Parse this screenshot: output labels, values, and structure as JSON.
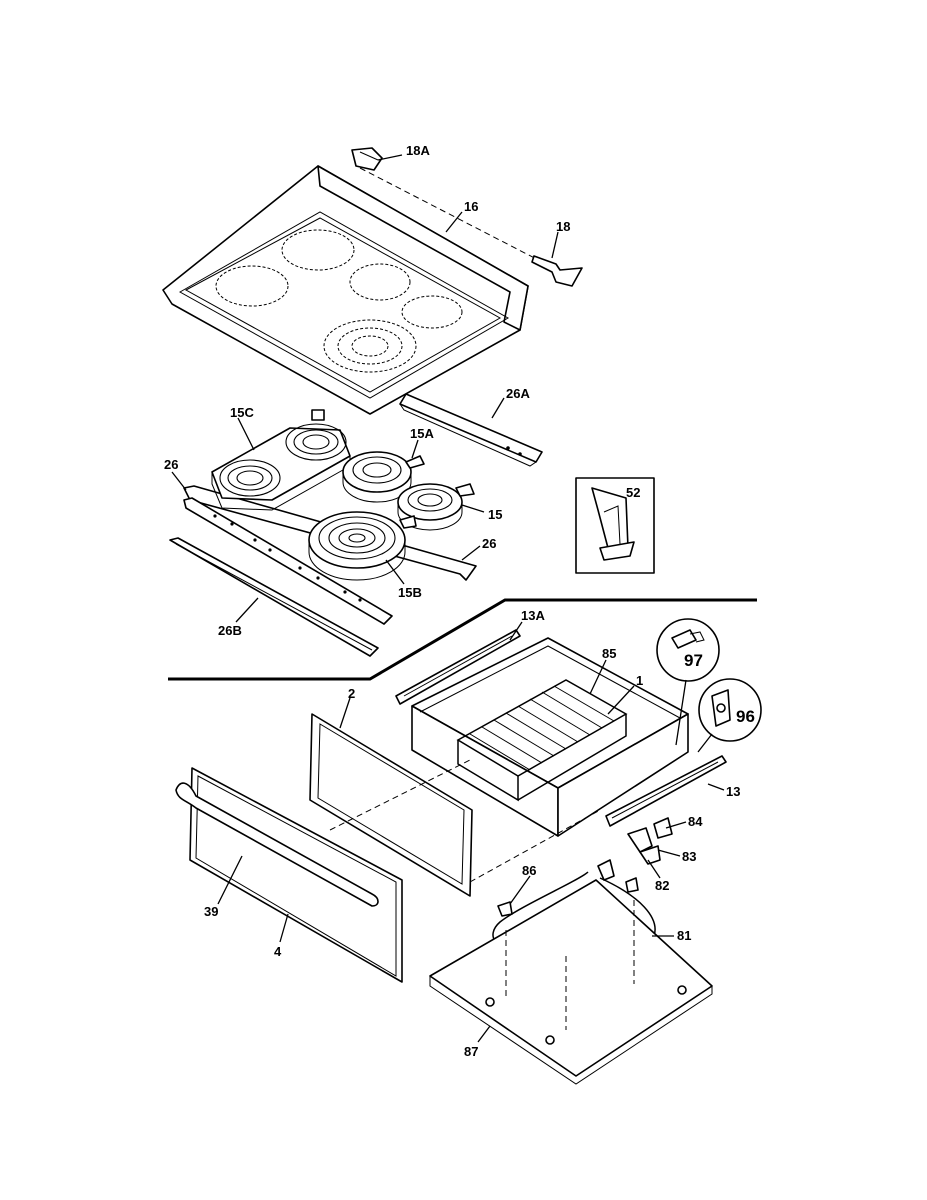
{
  "labels": {
    "p18A": "18A",
    "p16": "16",
    "p18": "18",
    "p26A": "26A",
    "p15C": "15C",
    "p15A": "15A",
    "p26_left": "26",
    "p52": "52",
    "p15": "15",
    "p26_right": "26",
    "p15B": "15B",
    "p26B": "26B",
    "p13A": "13A",
    "p85": "85",
    "p97": "97",
    "p2": "2",
    "p1": "1",
    "p96": "96",
    "p13": "13",
    "p84": "84",
    "p83": "83",
    "p86": "86",
    "p82": "82",
    "p39": "39",
    "p81": "81",
    "p4": "4",
    "p87": "87"
  }
}
